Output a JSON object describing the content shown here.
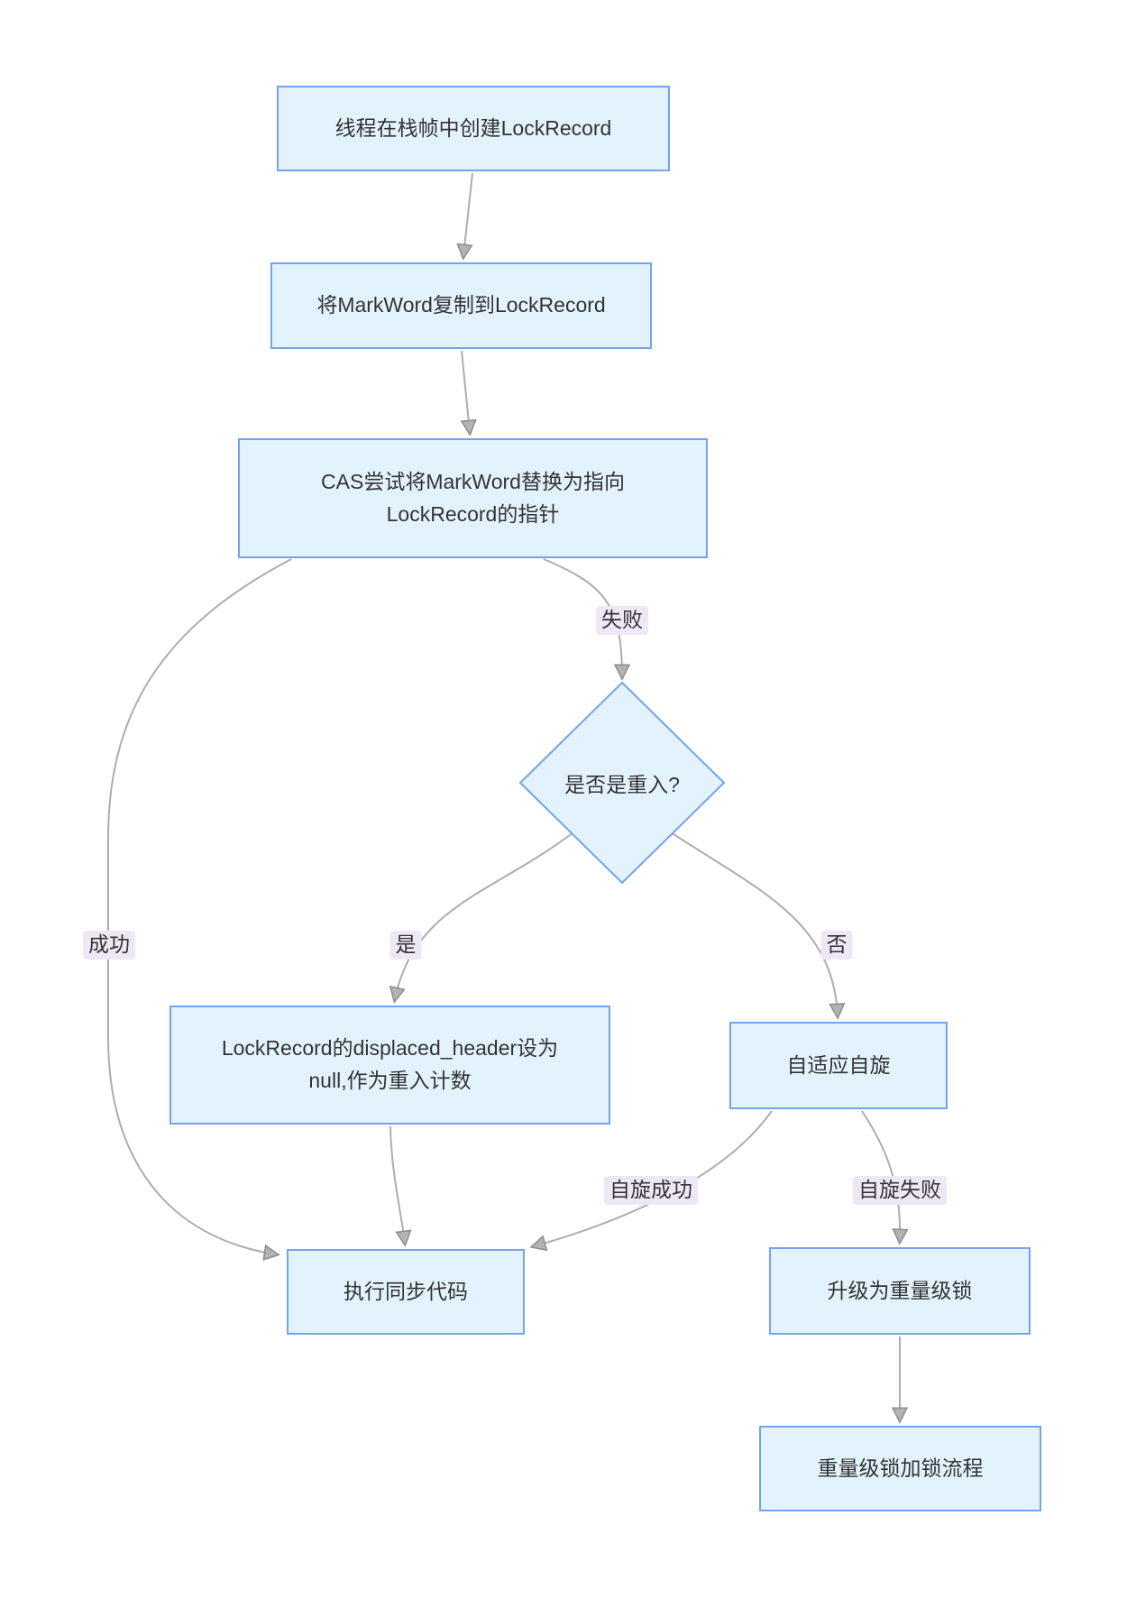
{
  "diagram": {
    "colors": {
      "node_fill": "#e3f3fd",
      "node_border": "#74a3ea",
      "edge_color": "#adadad",
      "arrow_fill": "#b3b3b3",
      "arrow_stroke": "#8f8f8f",
      "label_bg": "#eee8f6",
      "text_color": "#333333",
      "bg": "#ffffff"
    },
    "nodes": [
      {
        "id": "create",
        "label": "线程在栈帧中创建LockRecord"
      },
      {
        "id": "copy",
        "label": "将MarkWord复制到LockRecord"
      },
      {
        "id": "cas",
        "label": "CAS尝试将MarkWord替换为指向\nLockRecord的指针"
      },
      {
        "id": "reentry",
        "label": "是否是重入?"
      },
      {
        "id": "displaced",
        "label": "LockRecord的displaced_header设为\nnull,作为重入计数"
      },
      {
        "id": "spin",
        "label": "自适应自旋"
      },
      {
        "id": "sync",
        "label": "执行同步代码"
      },
      {
        "id": "upgrade",
        "label": "升级为重量级锁"
      },
      {
        "id": "heavy",
        "label": "重量级锁加锁流程"
      }
    ],
    "edge_labels": [
      {
        "id": "fail",
        "text": "失败"
      },
      {
        "id": "success",
        "text": "成功"
      },
      {
        "id": "yes",
        "text": "是"
      },
      {
        "id": "no",
        "text": "否"
      },
      {
        "id": "spin_success",
        "text": "自旋成功"
      },
      {
        "id": "spin_fail",
        "text": "自旋失败"
      }
    ]
  }
}
